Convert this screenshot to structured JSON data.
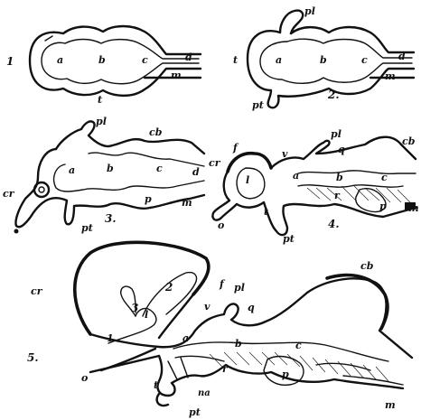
{
  "figure": {
    "fig1": {
      "number": "1",
      "labels": {
        "t": "t",
        "a": "a",
        "b": "b",
        "c": "c",
        "d": "d",
        "m": "m"
      }
    },
    "fig2": {
      "number": "2.",
      "labels": {
        "t": "t",
        "a": "a",
        "b": "b",
        "c": "c",
        "d": "d",
        "m": "m",
        "pl": "pl",
        "pt": "pt"
      }
    },
    "fig3": {
      "number": "3.",
      "labels": {
        "pl": "pl",
        "cb": "cb",
        "a": "a",
        "b": "b",
        "c": "c",
        "d": "d",
        "cr": "cr",
        "pt": "pt",
        "p": "p",
        "m": "m"
      }
    },
    "fig4": {
      "number": "4.",
      "labels": {
        "cr": "cr",
        "f": "f",
        "v": "v",
        "pl": "pl",
        "q": "q",
        "cb": "cb",
        "l": "l",
        "a": "a",
        "b": "b",
        "c": "c",
        "r": "r",
        "p": "p",
        "m": "m",
        "o": "o",
        "t": "t",
        "pt": "pt"
      }
    },
    "fig5": {
      "number": "5.",
      "labels": {
        "cr": "cr",
        "2": "2",
        "f": "f",
        "pl": "pl",
        "cb": "cb",
        "3": "3",
        "l": "l",
        "v": "v",
        "q": "q",
        "1": "1",
        "a": "a",
        "b": "b",
        "c": "c",
        "o": "o",
        "t": "t",
        "r": "r",
        "p": "p",
        "na": "na",
        "pt": "pt",
        "m": "m"
      }
    }
  }
}
